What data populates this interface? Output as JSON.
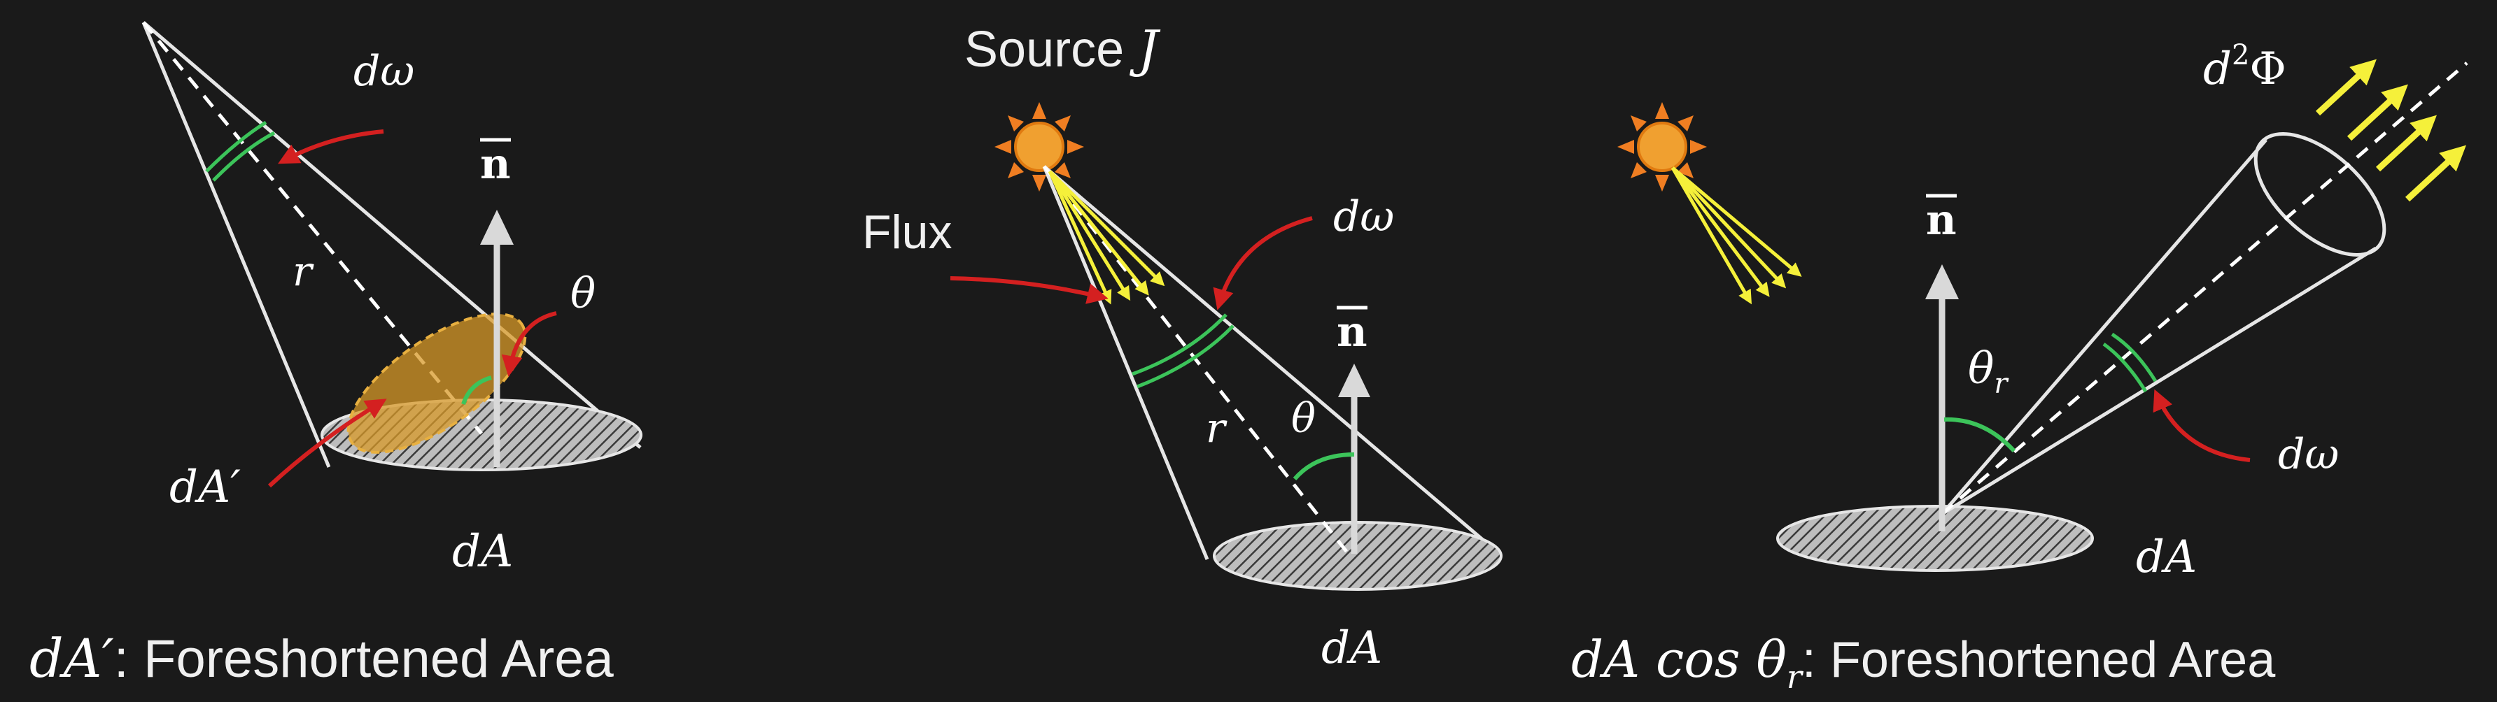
{
  "colors": {
    "background": "#1a1a1a",
    "line": "#e6e6e6",
    "arrow_red": "#d42020",
    "arc_green": "#3cc45a",
    "flux_yellow": "#f5f03a",
    "sun_orange": "#f0a030",
    "patch_orange": "#d89a28",
    "normal_gray": "#d9d9d9"
  },
  "icons": [
    "sun-icon",
    "normal-arrow-icon"
  ],
  "panel_left": {
    "domega": "dω",
    "normal": "n",
    "r": "r",
    "theta": "θ",
    "dA_prime": "dA′",
    "dA": "dA",
    "caption_math": "dA′",
    "caption_text": ": Foreshortened Area"
  },
  "panel_middle": {
    "source_word": "Source ",
    "source_symbol": "J",
    "flux": "Flux",
    "domega": "dω",
    "normal": "n",
    "r": "r",
    "theta": "θ",
    "dA": "dA"
  },
  "panel_right": {
    "d2phi_d": "d",
    "d2phi_exp": "2",
    "d2phi_phi": "Φ",
    "normal": "n",
    "theta_r": "θ",
    "theta_r_sub": "r",
    "domega": "dω",
    "dA": "dA",
    "caption_math": "dA cos θ",
    "caption_sub": "r",
    "caption_text": ": Foreshortened Area"
  }
}
